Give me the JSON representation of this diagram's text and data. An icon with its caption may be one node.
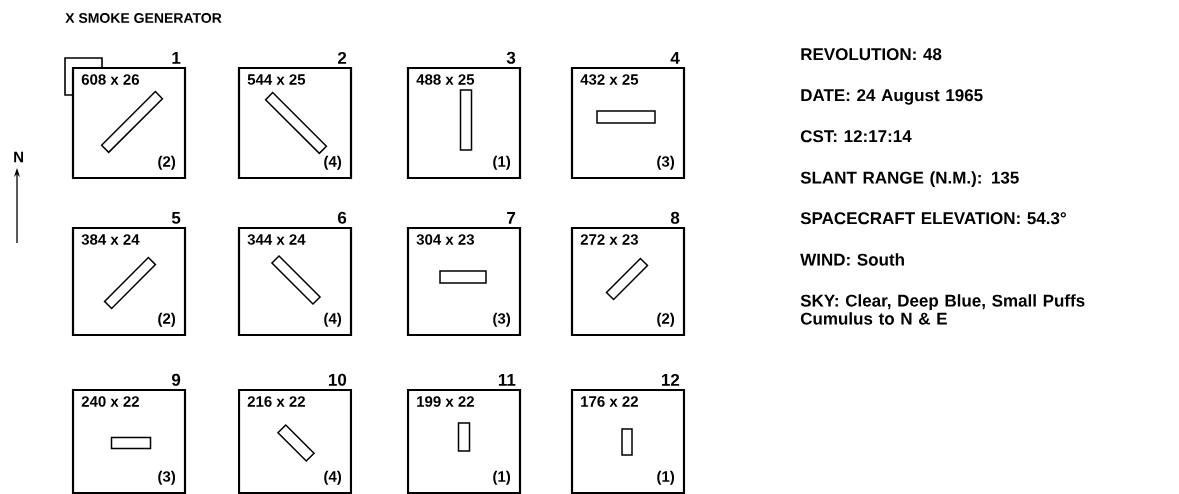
{
  "diagram": {
    "nodes": [
      {
        "text": [
          "608 x 26",
          "(2)"
        ],
        "beside": [
          "1"
        ]
      },
      {
        "text": [
          "544 x 25",
          "(4)"
        ],
        "beside": [
          "2"
        ]
      },
      {
        "text": [
          "488 x 25",
          "(1)"
        ],
        "beside": [
          "3"
        ]
      },
      {
        "text": [
          "432 x 25",
          "(3)"
        ],
        "beside": [
          "4"
        ]
      },
      {
        "text": [
          "384 x 24",
          "(2)"
        ],
        "beside": [
          "5"
        ]
      },
      {
        "text": [
          "344 x 24",
          "(4)"
        ],
        "beside": [
          "6"
        ]
      },
      {
        "text": [
          "304 x 23",
          "(3)"
        ],
        "beside": [
          "7"
        ]
      },
      {
        "text": [
          "272 x 23",
          "(2)"
        ],
        "beside": [
          "8"
        ]
      },
      {
        "text": [
          "240 x 22",
          "(3)"
        ],
        "beside": [
          "9"
        ]
      },
      {
        "text": [
          "216 x 22",
          "(4)"
        ],
        "beside": [
          "10"
        ]
      },
      {
        "text": [
          "199 x 22",
          "(1)"
        ],
        "beside": [
          "11"
        ]
      },
      {
        "text": [
          "176 x 22",
          "(1)"
        ],
        "beside": [
          "12"
        ]
      }
    ],
    "labels": [
      "X SMOKE GENERATOR",
      "N",
      "REVOLUTION: 48",
      "DATE: 24 August 1965",
      "CST: 12:17:14",
      "SLANT RANGE (N.M.): 135",
      "SPACECRAFT ELEVATION: 54.3°",
      "WIND: South",
      "SKY: Clear, Deep Blue, Small Puffs Cumulus to N & E"
    ]
  }
}
